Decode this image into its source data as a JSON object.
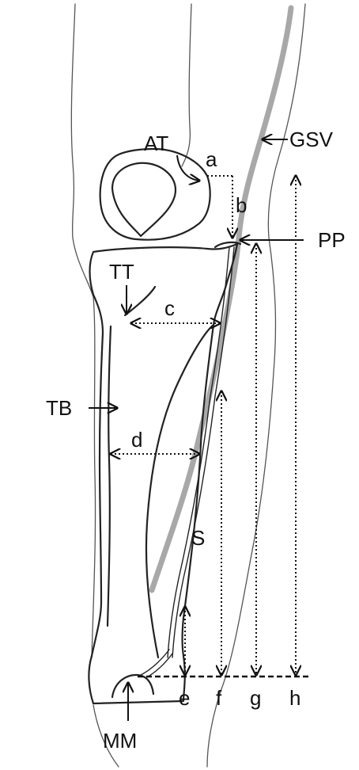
{
  "labels": {
    "AT": "AT",
    "GSV": "GSV",
    "a": "a",
    "b": "b",
    "PP": "PP",
    "TT": "TT",
    "c": "c",
    "TB": "TB",
    "d": "d",
    "S": "S",
    "e": "e",
    "f": "f",
    "g": "g",
    "h": "h",
    "MM": "MM"
  },
  "colors": {
    "line": "#111111",
    "vein": "#a8a8a8",
    "outline": "#555555",
    "background": "#ffffff"
  }
}
